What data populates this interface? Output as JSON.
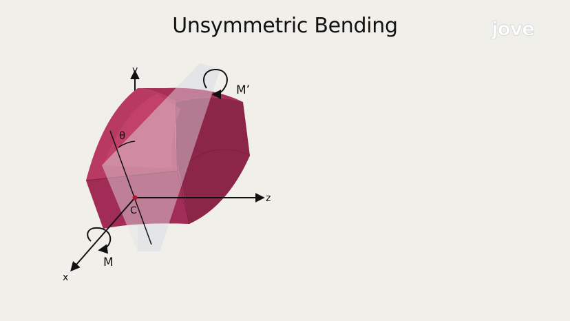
{
  "slide": {
    "title": "Unsymmetric Bending",
    "logo": "jove"
  },
  "diagram": {
    "axis_labels": {
      "y": "y",
      "z": "z",
      "x": "x"
    },
    "angle_label": "θ",
    "point_label": "C",
    "moment_labels": {
      "applied": "M",
      "resultant": "M’"
    },
    "colors": {
      "background": "#f1efe9",
      "beam_front": "#b83a62",
      "beam_side": "#8c2649",
      "beam_top": "#a72f57",
      "beam_band": "#c9476f",
      "plane": "#d9dde2",
      "centroid": "#b3122e",
      "ink": "#111111"
    }
  }
}
